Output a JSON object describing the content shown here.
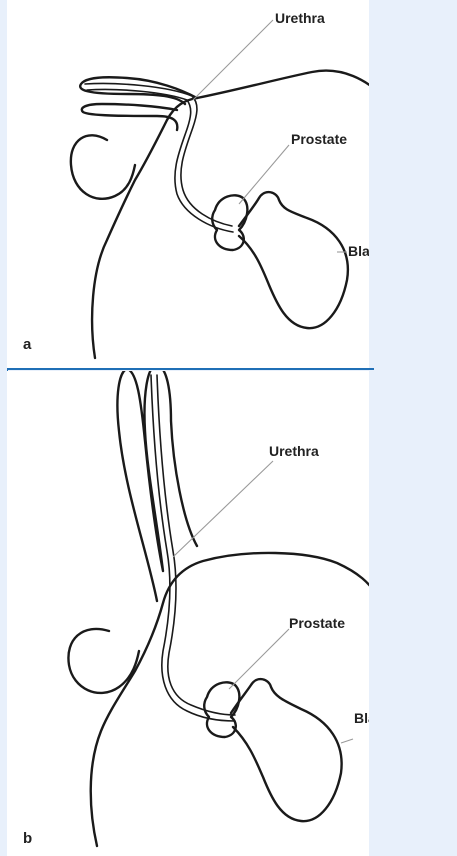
{
  "panels": [
    {
      "id": "a",
      "letter": "a",
      "labels": {
        "urethra": "Urethra",
        "prostate": "Prostate",
        "bladder": "Bladder"
      }
    },
    {
      "id": "b",
      "letter": "b",
      "labels": {
        "urethra": "Urethra",
        "prostate": "Prostate",
        "bladder": "Bladder"
      }
    }
  ],
  "colors": {
    "background": "#e8f0fb",
    "divider": "#1f6fb6",
    "line": "#1a1a1a",
    "leader": "#9a9a9a"
  }
}
